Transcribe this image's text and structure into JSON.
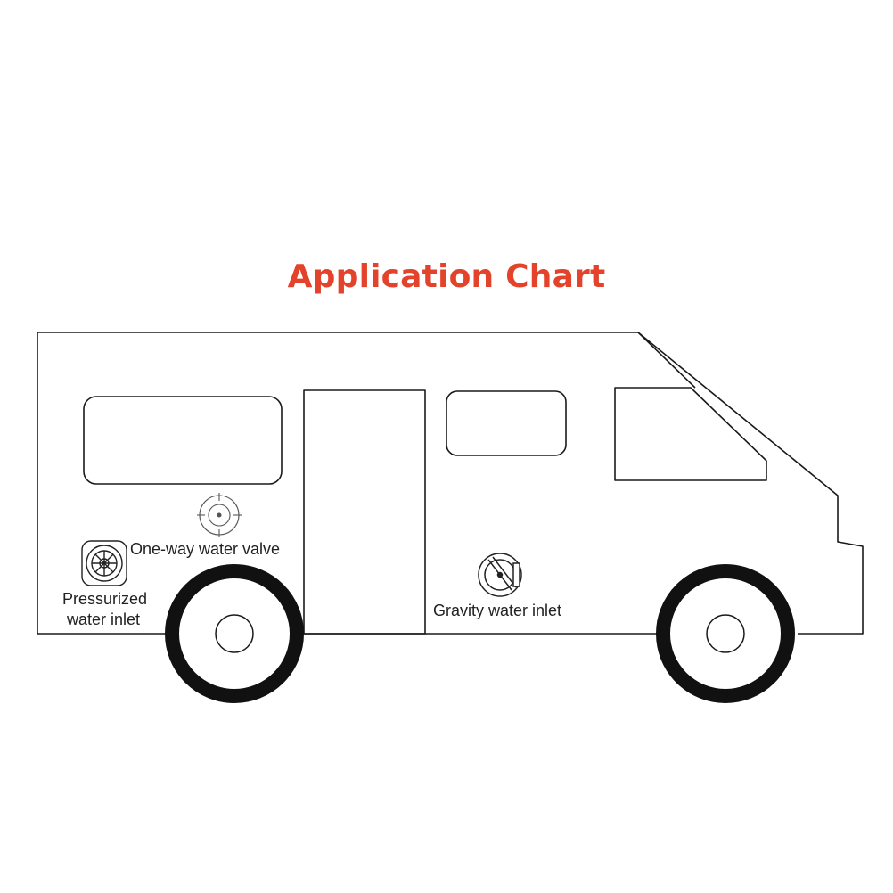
{
  "title": "Application Chart",
  "colors": {
    "title": "#e2432a",
    "line": "#1a1a1a",
    "tire": "#111111",
    "background": "#ffffff"
  },
  "labels": {
    "pressurized_line1": "Pressurized",
    "pressurized_line2": "water inlet",
    "one_way_valve": "One-way water valve",
    "gravity_inlet": "Gravity water inlet"
  },
  "icons": {
    "pressurized": "pressurized-water-inlet-icon",
    "one_way": "one-way-water-valve-icon",
    "gravity": "gravity-water-inlet-icon"
  }
}
